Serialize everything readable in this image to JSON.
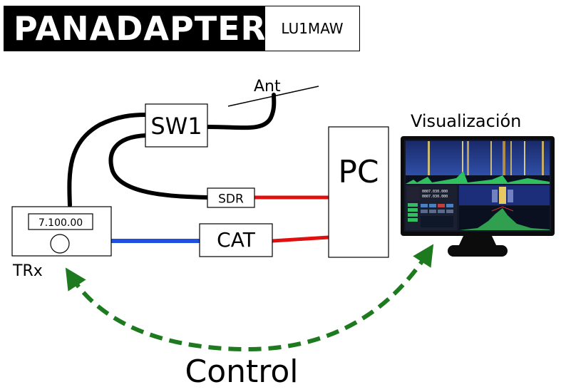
{
  "header": {
    "title": "PANADAPTER",
    "callsign": "LU1MAW"
  },
  "nodes": {
    "antenna": "Ant",
    "switch": "SW1",
    "sdr": "SDR",
    "cat": "CAT",
    "pc": "PC",
    "transceiver": "TRx",
    "display_frequency": "7.100.00",
    "monitor": "Visualización"
  },
  "edges": {
    "control": "Control"
  },
  "colors": {
    "rf_line": "#000000",
    "sdr_link": "#e01010",
    "cat_link": "#2050e0",
    "control_arrow": "#1e7a1e"
  },
  "monitor_screen": {
    "freq_a": "0007.030.000",
    "freq_b": "0007.030.000"
  }
}
